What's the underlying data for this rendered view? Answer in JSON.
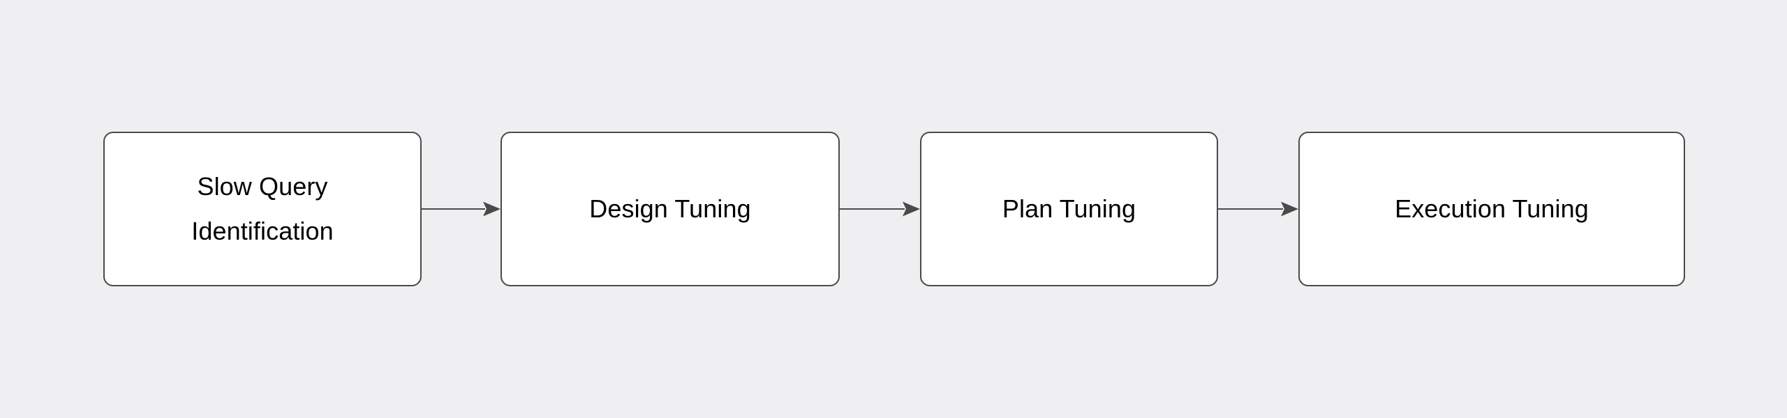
{
  "diagram": {
    "type": "flowchart",
    "orientation": "left-to-right",
    "background_color": "#EFEFF1",
    "node_fill_color": "#FFFFFF",
    "node_border_color": "#4A4A4A",
    "edge_color": "#4A4A4A",
    "text_color": "#000000",
    "nodes": [
      {
        "id": "slow-query-identification",
        "label": "Slow Query\nIdentification",
        "order": 1
      },
      {
        "id": "design-tuning",
        "label": "Design Tuning",
        "order": 2
      },
      {
        "id": "plan-tuning",
        "label": "Plan Tuning",
        "order": 3
      },
      {
        "id": "execution-tuning",
        "label": "Execution Tuning",
        "order": 4
      }
    ],
    "edges": [
      {
        "id": "edge-1",
        "from": "slow-query-identification",
        "to": "design-tuning",
        "label": "",
        "arrowhead": "triangle"
      },
      {
        "id": "edge-2",
        "from": "design-tuning",
        "to": "plan-tuning",
        "label": "",
        "arrowhead": "triangle"
      },
      {
        "id": "edge-3",
        "from": "plan-tuning",
        "to": "execution-tuning",
        "label": "",
        "arrowhead": "triangle"
      }
    ]
  }
}
